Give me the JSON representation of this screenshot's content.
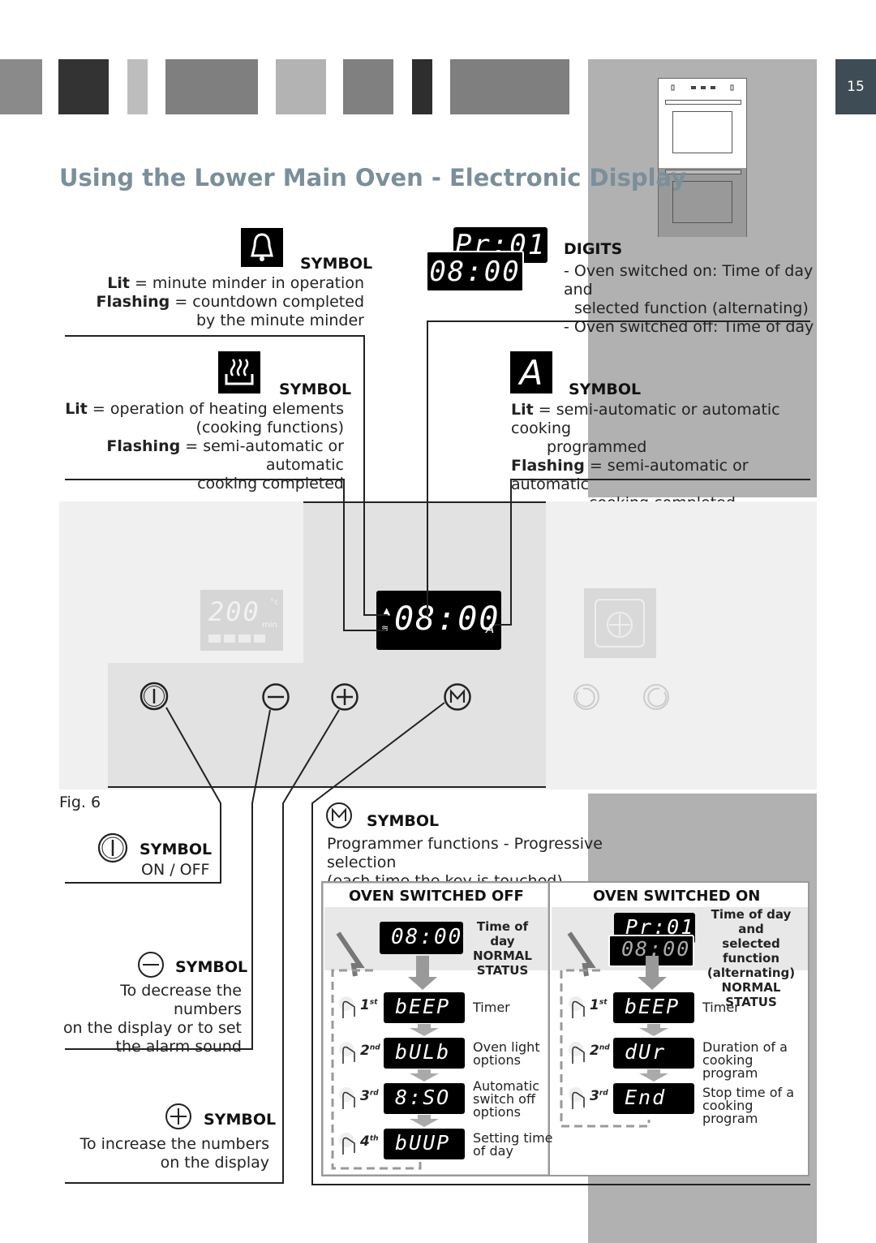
{
  "page_number": "15",
  "title": "Using the Lower Main Oven - Electronic Display",
  "figure_label": "Fig. 6",
  "bell": {
    "heading": "SYMBOL",
    "lines": [
      {
        "bold": "Lit",
        "text": " = minute minder in operation"
      },
      {
        "bold": "Flashing",
        "text": " = countdown completed"
      },
      {
        "bold": "",
        "text": "by the minute minder"
      }
    ]
  },
  "heat": {
    "heading": "SYMBOL",
    "lines": [
      {
        "bold": "Lit",
        "text": " = operation of heating elements"
      },
      {
        "bold": "",
        "text": "(cooking functions)"
      },
      {
        "bold": "Flashing",
        "text": " = semi-automatic or automatic"
      },
      {
        "bold": "",
        "text": "cooking completed"
      }
    ]
  },
  "digits": {
    "heading": "DIGITS",
    "top_display": "Pr:01",
    "bottom_display": "08:00",
    "lines": [
      "- Oven switched on: Time of day and",
      "selected function (alternating)",
      "- Oven switched off: Time of day"
    ]
  },
  "auto": {
    "heading": "SYMBOL",
    "icon_letter": "A",
    "lines": [
      {
        "bold": "Lit",
        "text": " = semi-automatic or automatic cooking"
      },
      {
        "bold": "",
        "text": "programmed"
      },
      {
        "bold": "Flashing",
        "text": " = semi-automatic or automatic"
      },
      {
        "bold": "",
        "text": "cooking completed"
      }
    ]
  },
  "panel": {
    "left_display": "200",
    "left_unit": "°c",
    "left_min": "min",
    "main_display": "08:00",
    "main_suffix": "A"
  },
  "onoff": {
    "heading": "SYMBOL",
    "text": "ON / OFF"
  },
  "minus": {
    "heading": "SYMBOL",
    "lines": [
      "To decrease the numbers",
      "on the display or to set",
      "the alarm sound"
    ]
  },
  "plus": {
    "heading": "SYMBOL",
    "lines": [
      "To increase the numbers",
      "on the display"
    ]
  },
  "mode": {
    "heading": "SYMBOL",
    "icon_letter": "M",
    "lines": [
      "Programmer functions - Progressive selection",
      "(each time the key is touched)"
    ]
  },
  "table": {
    "off": {
      "heading": "OVEN SWITCHED OFF",
      "normal_display": "08:00",
      "normal_label": [
        "Time of day",
        "NORMAL",
        "STATUS"
      ],
      "rows": [
        {
          "ordinal": "1",
          "suffix": "st",
          "display": "bEEP",
          "label": [
            "Timer"
          ]
        },
        {
          "ordinal": "2",
          "suffix": "nd",
          "display": "bULb",
          "label": [
            "Oven light",
            "options"
          ]
        },
        {
          "ordinal": "3",
          "suffix": "rd",
          "display": "8:SO",
          "label": [
            "Automatic",
            "switch off",
            "options"
          ]
        },
        {
          "ordinal": "4",
          "suffix": "th",
          "display": "bUUP",
          "label": [
            "Setting time",
            "of day"
          ]
        }
      ]
    },
    "on": {
      "heading": "OVEN SWITCHED ON",
      "normal_display_top": "Pr:01",
      "normal_display_bottom": "08:00",
      "normal_label": [
        "Time of day and",
        "selected function",
        "(alternating)",
        "NORMAL STATUS"
      ],
      "rows": [
        {
          "ordinal": "1",
          "suffix": "st",
          "display": "bEEP",
          "label": [
            "Timer"
          ]
        },
        {
          "ordinal": "2",
          "suffix": "nd",
          "display": "dUr",
          "label": [
            "Duration of a",
            "cooking program"
          ]
        },
        {
          "ordinal": "3",
          "suffix": "rd",
          "display": "End",
          "label": [
            "Stop time of a",
            "cooking program"
          ]
        }
      ]
    }
  },
  "colors": {
    "title": "#7a8f9a",
    "page_tab": "#3d4c55",
    "gray_band": "#b1b1b1"
  }
}
